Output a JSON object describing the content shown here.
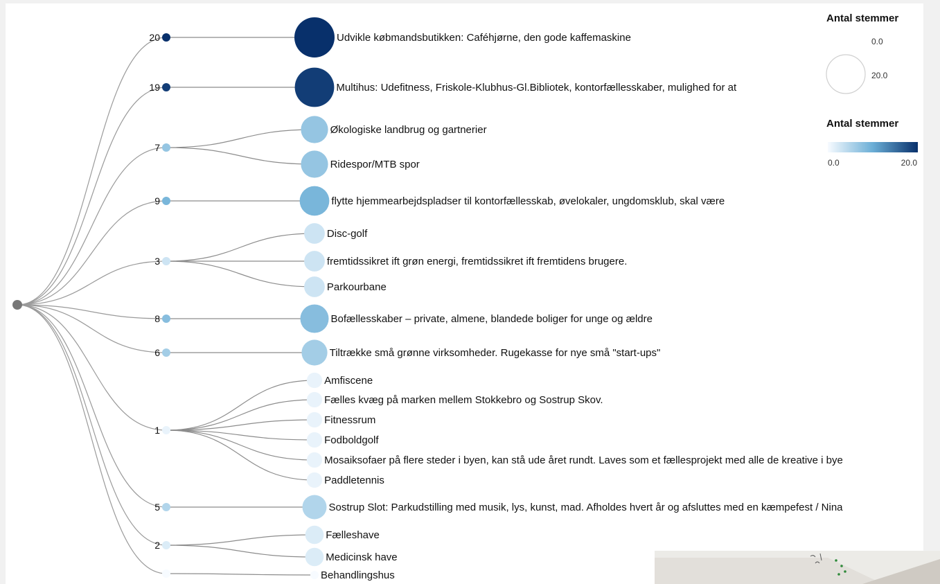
{
  "legend": {
    "size_title": "Antal stemmer",
    "size_min_label": "0.0",
    "size_max_label": "20.0",
    "color_title": "Antal stemmer",
    "color_min_label": "0.0",
    "color_max_label": "20.0",
    "color_low": "#f7fbff",
    "color_high": "#08306b"
  },
  "root_color": "#777777",
  "groups": [
    {
      "count": "20",
      "value": 20,
      "items": [
        {
          "label": "Udvikle købmandsbutikken: Caféhjørne, den gode kaffemaskine",
          "value": 20
        }
      ]
    },
    {
      "count": "19",
      "value": 19,
      "items": [
        {
          "label": "Multihus: Udefitness, Friskole-Klubhus-Gl.Bibliotek, kontorfællesskaber, mulighed for at",
          "value": 19
        }
      ]
    },
    {
      "count": "7",
      "value": 7,
      "items": [
        {
          "label": "Økologiske landbrug og gartnerier",
          "value": 7
        },
        {
          "label": "Ridespor/MTB spor",
          "value": 7
        }
      ]
    },
    {
      "count": "9",
      "value": 9,
      "items": [
        {
          "label": "flytte hjemmearbejdspladser til kontorfællesskab, øvelokaler, ungdomsklub, skal være",
          "value": 9
        }
      ]
    },
    {
      "count": "3",
      "value": 3,
      "items": [
        {
          "label": "Disc-golf",
          "value": 3
        },
        {
          "label": "fremtidssikret ift grøn energi, fremtidssikret ift fremtidens brugere.",
          "value": 3
        },
        {
          "label": "Parkourbane",
          "value": 3
        }
      ]
    },
    {
      "count": "8",
      "value": 8,
      "items": [
        {
          "label": "Bofællesskaber – private, almene, blandede boliger for unge og ældre",
          "value": 8
        }
      ]
    },
    {
      "count": "6",
      "value": 6,
      "items": [
        {
          "label": "Tiltrække små grønne virksomheder. Rugekasse for nye små \"start-ups\"",
          "value": 6
        }
      ]
    },
    {
      "count": "1",
      "value": 1,
      "items": [
        {
          "label": "Amfiscene",
          "value": 1
        },
        {
          "label": "Fælles kvæg på marken mellem Stokkebro og Sostrup Skov.",
          "value": 1
        },
        {
          "label": "Fitnessrum",
          "value": 1
        },
        {
          "label": "Fodboldgolf",
          "value": 1
        },
        {
          "label": "Mosaiksofaer på flere steder i byen, kan stå ude året rundt. Laves som et fællesprojekt med alle de kreative i bye",
          "value": 1
        },
        {
          "label": "Paddletennis",
          "value": 1
        }
      ]
    },
    {
      "count": "5",
      "value": 5,
      "items": [
        {
          "label": "Sostrup Slot: Parkudstilling med musik, lys, kunst, mad. Afholdes hvert år og afsluttes med en kæmpefest / Nina",
          "value": 5
        }
      ]
    },
    {
      "count": "2",
      "value": 2,
      "items": [
        {
          "label": "Fælleshave",
          "value": 2
        },
        {
          "label": "Medicinsk have",
          "value": 2
        }
      ]
    },
    {
      "count": "",
      "value": 0,
      "items": [
        {
          "label": "Behandlingshus",
          "value": 0
        }
      ]
    }
  ]
}
